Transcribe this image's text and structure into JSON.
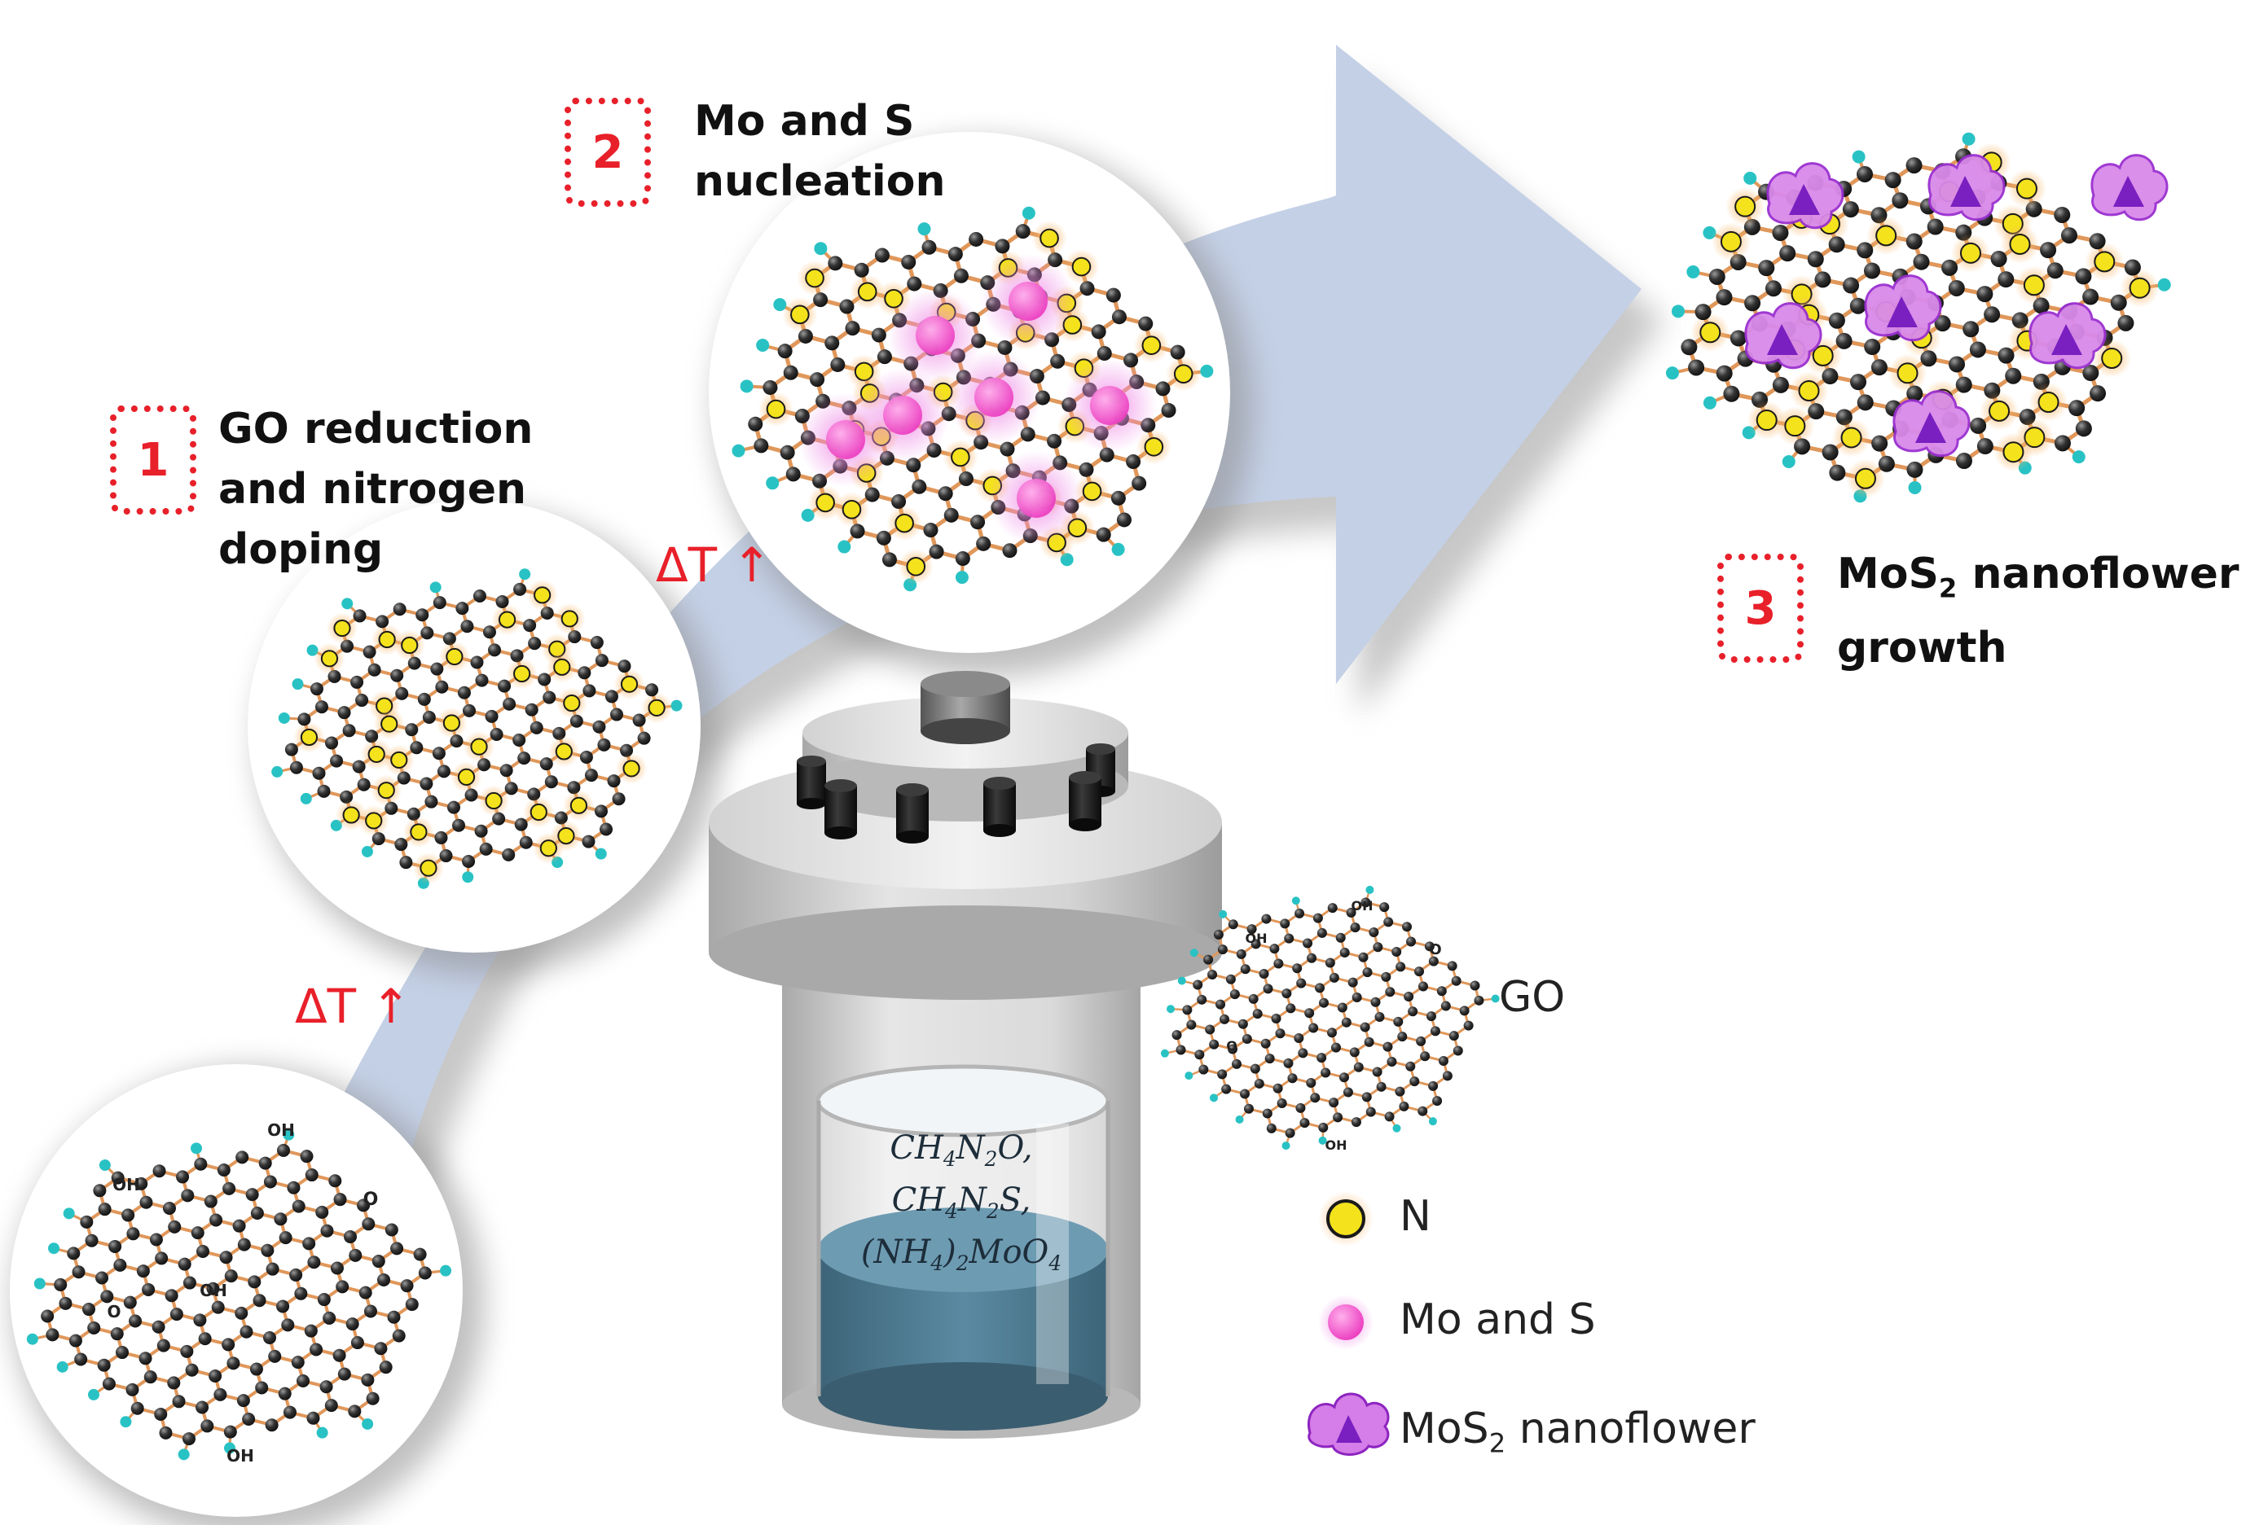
{
  "steps": [
    {
      "number": "1",
      "lines": [
        "GO reduction",
        "and nitrogen",
        "doping"
      ]
    },
    {
      "number": "2",
      "lines": [
        "Mo and S",
        "nucleation"
      ]
    },
    {
      "number": "3",
      "line1_base": "MoS",
      "line1_sub": "2",
      "line1_rest": " nanoflower",
      "line2": "growth"
    }
  ],
  "delta_label": "ΔT ↑",
  "reactor_chemicals": [
    {
      "base": "CH",
      "s1": "4",
      "mid": "N",
      "s2": "2",
      "end": "O,"
    },
    {
      "base": "CH",
      "s1": "4",
      "mid": "N",
      "s2": "2",
      "end": "S,"
    },
    {
      "base": "(NH",
      "s1": "4",
      "mid": ")",
      "s2": "2",
      "end": "MoO",
      "s3": "4"
    }
  ],
  "legend": {
    "go": "GO",
    "n": "N",
    "mo_s": "Mo and S",
    "mos2_base": "MoS",
    "mos2_sub": "2",
    "mos2_rest": " nanoflower"
  },
  "molecule_labels": {
    "oh": "OH",
    "o": "O"
  },
  "colors": {
    "accent_red": "#e8202a",
    "arrow": "#c4d0e6",
    "carbon": "#2b2b2b",
    "bond": "#e0975a",
    "hydrogen": "#29c2c4",
    "nitrogen": "#f4e21c",
    "mo_s": "#f45ad2",
    "nanoflower": "#a23ad6",
    "solution": "#4f7a92"
  },
  "icons": [
    "nitrogen-atom-icon",
    "mo-s-atom-icon",
    "mos2-nanoflower-icon"
  ]
}
